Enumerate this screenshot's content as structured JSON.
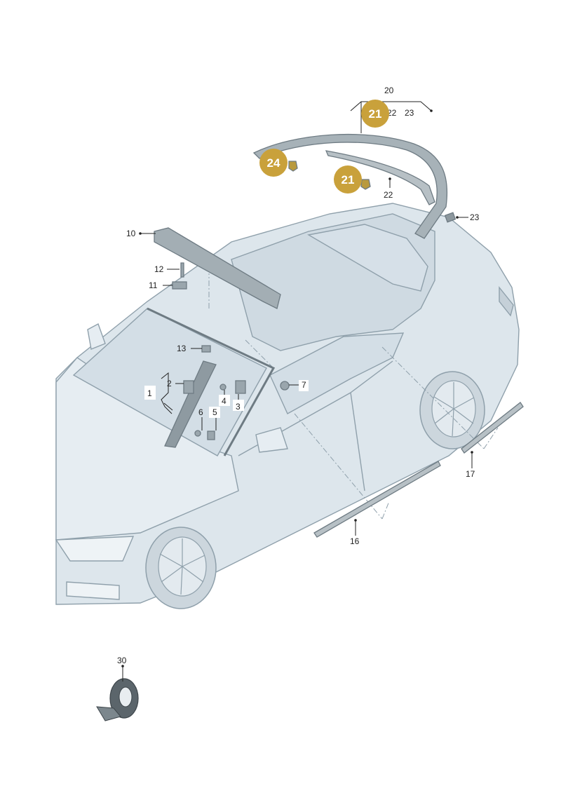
{
  "colors": {
    "background": "#ffffff",
    "car_fill": "#dde6ec",
    "car_outline": "#8fa0ab",
    "part_fill": "#9aa6ad",
    "badge": "#c9a13b",
    "label_text": "#222222"
  },
  "labels": {
    "l1": "1",
    "l2": "2",
    "l3": "3",
    "l4": "4",
    "l5": "5",
    "l6": "6",
    "l7": "7",
    "l10": "10",
    "l11": "11",
    "l12": "12",
    "l13": "13",
    "l16": "16",
    "l17": "17",
    "l20": "20",
    "l22a": "22",
    "l23a": "23",
    "l22b": "22",
    "l23b": "23",
    "l30": "30"
  },
  "badges": {
    "b21_top": "21",
    "b24": "24",
    "b21_mid": "21"
  }
}
